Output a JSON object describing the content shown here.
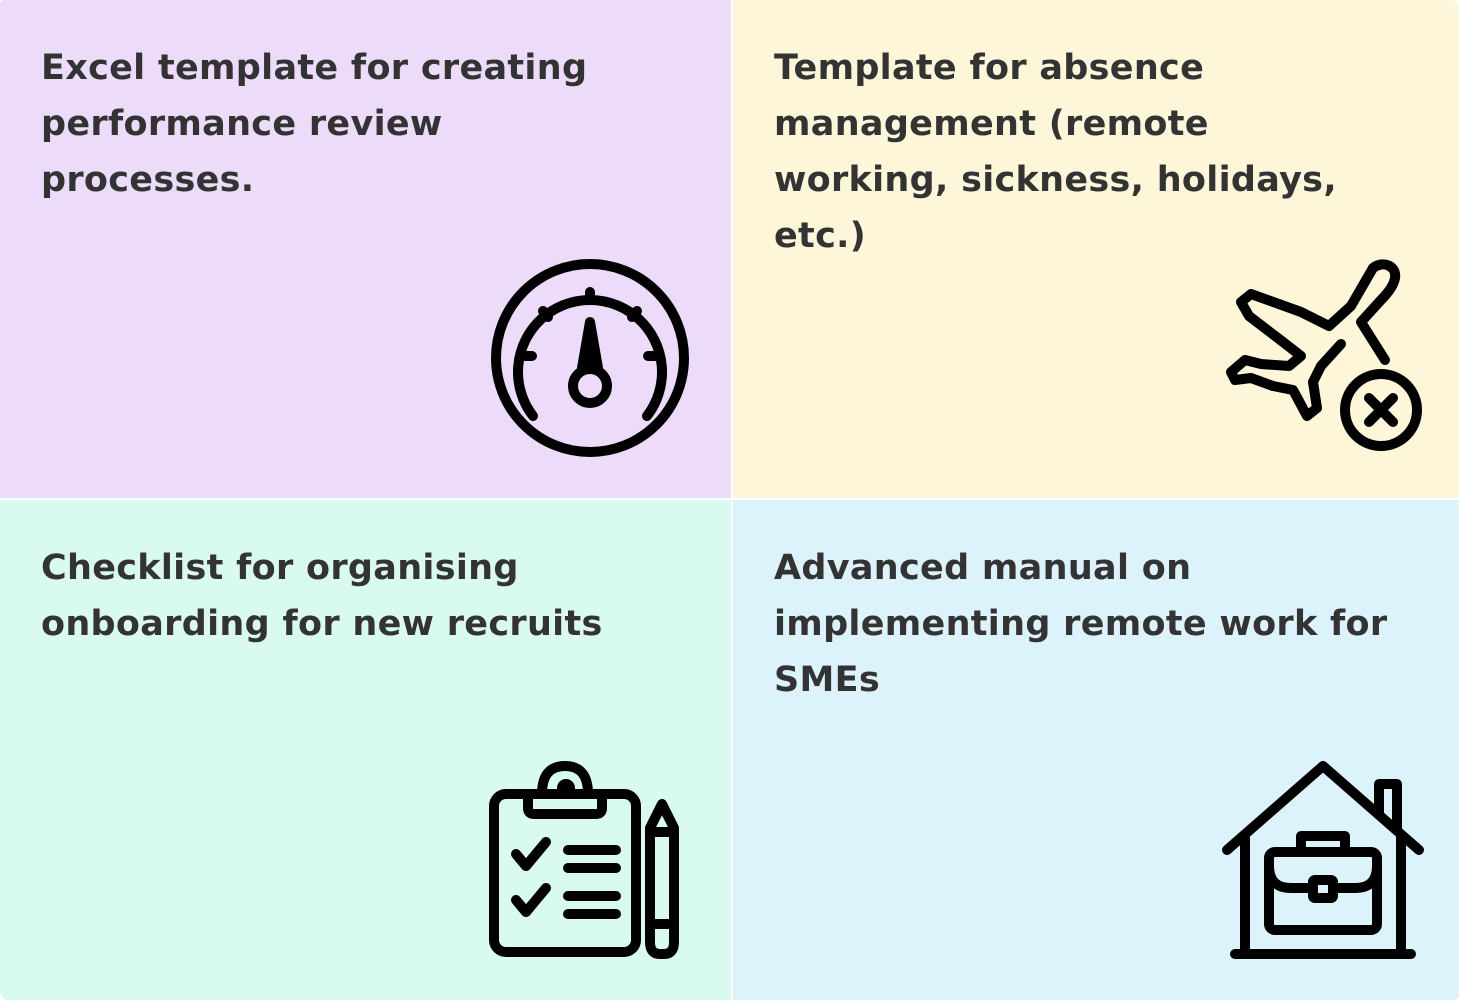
{
  "cards": [
    {
      "title": "Excel template for creating performance review processes.",
      "bg": "#ecdcf9",
      "icon": "speedometer-icon"
    },
    {
      "title": "Template for absence management (remote working, sickness, holidays, etc.)",
      "bg": "#fdf6d9",
      "icon": "airplane-cancel-icon"
    },
    {
      "title": "Checklist for organising onboarding for new recruits",
      "bg": "#d9fbef",
      "icon": "clipboard-checklist-icon"
    },
    {
      "title": "Advanced manual on implementing remote work for SMEs",
      "bg": "#ddf3fb",
      "icon": "home-office-icon"
    }
  ],
  "colors": {
    "text": "#333333",
    "icon_stroke": "#000000"
  }
}
